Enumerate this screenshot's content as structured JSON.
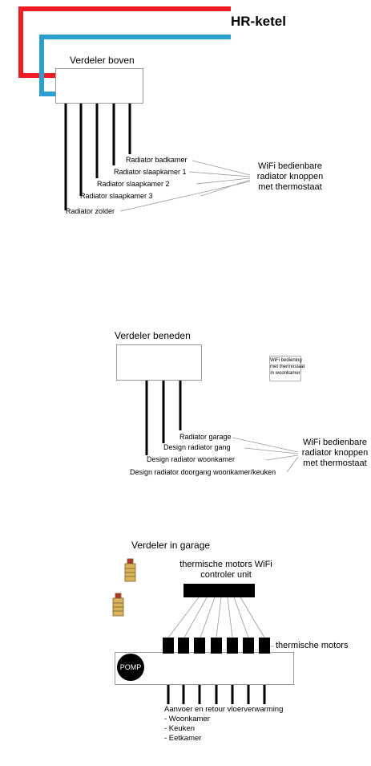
{
  "colors": {
    "supply": "#ee1c23",
    "return": "#2a9fd0",
    "tap": "#000000",
    "leader": "#9a9a9a"
  },
  "title": "HR-ketel",
  "upper": {
    "label": "Verdeler boven",
    "radiators": [
      "Radiator badkamer",
      "Radiator slaapkamer 1",
      "Radiator slaapkamer 2",
      "Radiator slaapkamer 3",
      "Radiator zolder"
    ],
    "note": [
      "WiFi bedienbare",
      "radiator knoppen",
      "met thermostaat"
    ]
  },
  "lower": {
    "label": "Verdeler beneden",
    "radiators": [
      "Radiator garage",
      "Design radiator gang",
      "Design radiator woonkamer",
      "Design radiator doorgang woonkamer/keuken"
    ],
    "note": [
      "WiFi bedienbare",
      "radiator knoppen",
      "met thermostaat"
    ],
    "wifi_box": [
      "WiFi bediening",
      "met thermostaat",
      "in woonkamer"
    ]
  },
  "garage": {
    "label": "Verdeler in garage",
    "controller": [
      "thermische motors WiFi",
      "controler unit"
    ],
    "motors": "thermische motors",
    "pump": "POMP",
    "floor_heading": "Aanvoer en retour vloerverwarming",
    "floor_rooms": [
      "- Woonkamer",
      "- Keuken",
      "- Eetkamer"
    ]
  }
}
